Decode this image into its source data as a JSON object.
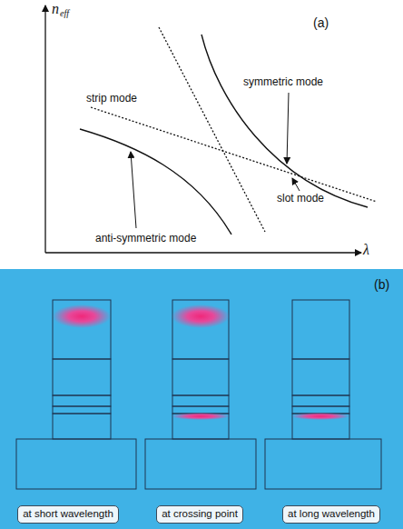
{
  "diagram": {
    "nodes": [
      {
        "text": [
          "at short wavelength"
        ]
      },
      {
        "text": [
          "at crossing point"
        ]
      },
      {
        "text": [
          "at long wavelength"
        ]
      }
    ],
    "labels": [
      "(a)",
      "n",
      "eff",
      "λ",
      "symmetric mode",
      "strip mode",
      "slot mode",
      "anti-symmetric mode",
      "(b)"
    ]
  }
}
